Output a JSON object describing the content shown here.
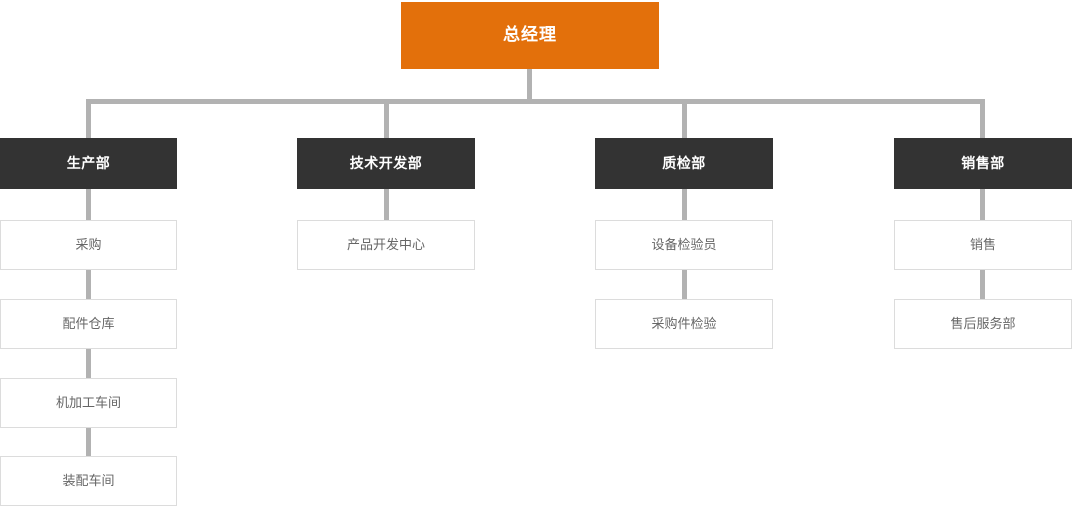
{
  "chart": {
    "type": "org-chart",
    "title_visible": false,
    "colors": {
      "root_box": "#e3700b",
      "department_box": "#333333",
      "leaf_box_background": "#ffffff",
      "leaf_box_border": "#dcdcdc",
      "leaf_text": "#666666",
      "connector": "#b2b2b2",
      "page_background": "#ffffff"
    },
    "root": {
      "label": "总经理"
    },
    "departments": [
      {
        "label": "生产部",
        "children": [
          {
            "label": "采购"
          },
          {
            "label": "配件仓库"
          },
          {
            "label": "机加工车间"
          },
          {
            "label": "装配车间"
          }
        ]
      },
      {
        "label": "技术开发部",
        "children": [
          {
            "label": "产品开发中心"
          }
        ]
      },
      {
        "label": "质检部",
        "children": [
          {
            "label": "设备检验员"
          },
          {
            "label": "采购件检验"
          }
        ]
      },
      {
        "label": "销售部",
        "children": [
          {
            "label": "销售"
          },
          {
            "label": "售后服务部"
          }
        ]
      }
    ]
  }
}
